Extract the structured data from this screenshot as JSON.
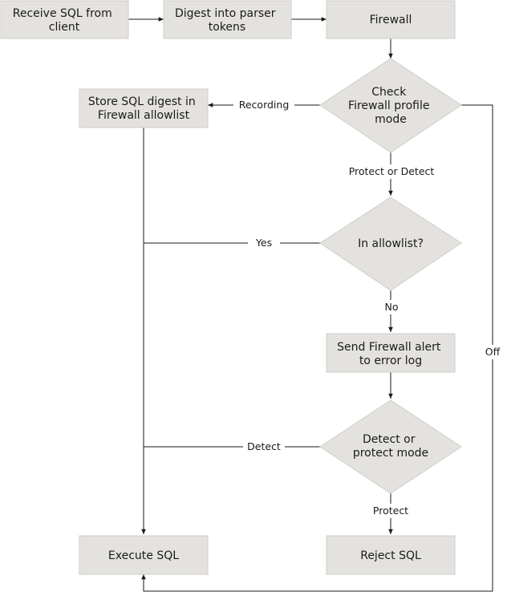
{
  "nodes": {
    "receive_sql": [
      "Receive SQL from",
      "client"
    ],
    "digest_tokens": [
      "Digest into parser",
      "tokens"
    ],
    "firewall": [
      "Firewall"
    ],
    "check_mode": [
      "Check",
      "Firewall profile",
      "mode"
    ],
    "store_digest": [
      "Store SQL digest in",
      "Firewall allowlist"
    ],
    "in_allowlist": [
      "In allowlist?"
    ],
    "send_alert": [
      "Send Firewall alert",
      "to error log"
    ],
    "detect_or_protect": [
      "Detect or",
      "protect mode"
    ],
    "execute_sql": [
      "Execute SQL"
    ],
    "reject_sql": [
      "Reject SQL"
    ]
  },
  "edge_labels": {
    "recording": "Recording",
    "protect_or_detect": "Protect or Detect",
    "yes": "Yes",
    "no": "No",
    "off": "Off",
    "detect": "Detect",
    "protect": "Protect"
  }
}
